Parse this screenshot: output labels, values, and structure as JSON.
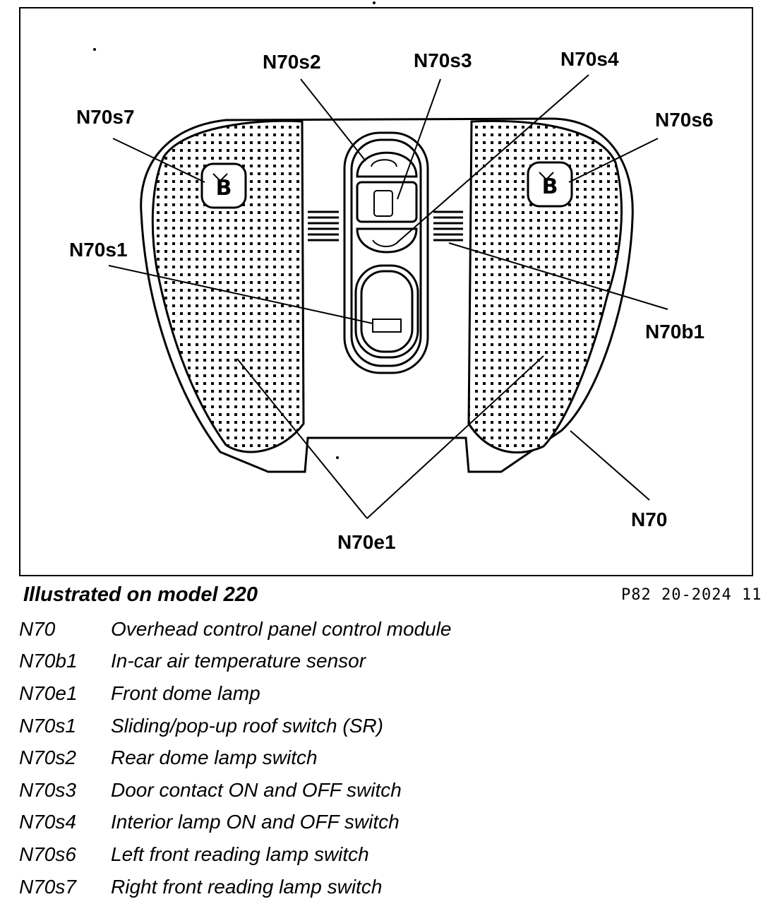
{
  "figure": {
    "callouts": {
      "n70s2": "N70s2",
      "n70s3": "N70s3",
      "n70s4": "N70s4",
      "n70s7": "N70s7",
      "n70s6": "N70s6",
      "n70s1": "N70s1",
      "n70b1": "N70b1",
      "n70": "N70",
      "n70e1": "N70e1"
    }
  },
  "caption": "Illustrated on model 220",
  "figure_ref": "P82 20-2024 11",
  "legend": [
    {
      "code": "N70",
      "desc": "Overhead control panel control module"
    },
    {
      "code": "N70b1",
      "desc": "In-car air temperature sensor"
    },
    {
      "code": "N70e1",
      "desc": "Front dome lamp"
    },
    {
      "code": "N70s1",
      "desc": "Sliding/pop-up roof switch (SR)"
    },
    {
      "code": "N70s2",
      "desc": "Rear dome lamp switch"
    },
    {
      "code": "N70s3",
      "desc": "Door contact ON and OFF switch"
    },
    {
      "code": "N70s4",
      "desc": "Interior lamp ON and OFF switch"
    },
    {
      "code": "N70s6",
      "desc": "Left front reading lamp switch"
    },
    {
      "code": "N70s7",
      "desc": "Right front reading lamp switch"
    }
  ]
}
